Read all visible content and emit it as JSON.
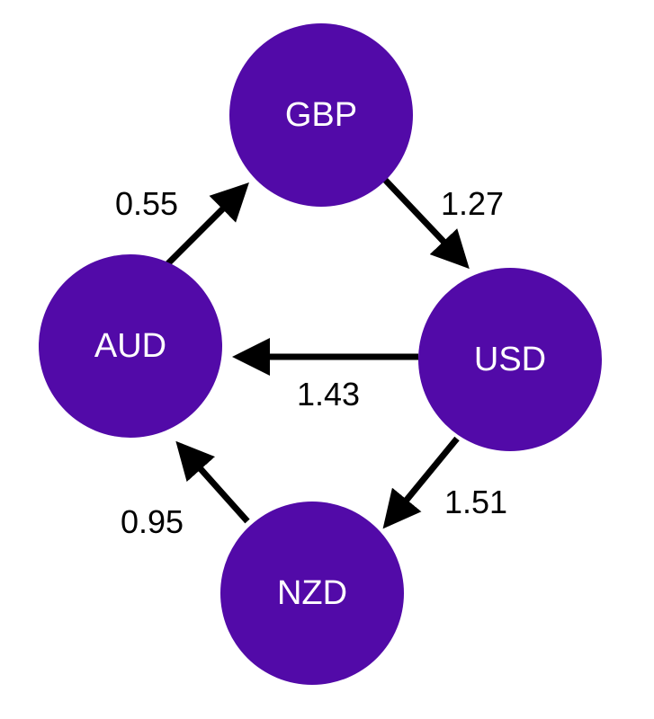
{
  "nodes": {
    "gbp": "GBP",
    "aud": "AUD",
    "usd": "USD",
    "nzd": "NZD"
  },
  "edges": [
    {
      "from": "AUD",
      "to": "GBP",
      "label": "0.55"
    },
    {
      "from": "GBP",
      "to": "USD",
      "label": "1.27"
    },
    {
      "from": "USD",
      "to": "AUD",
      "label": "1.43"
    },
    {
      "from": "USD",
      "to": "NZD",
      "label": "1.51"
    },
    {
      "from": "NZD",
      "to": "AUD",
      "label": "0.95"
    }
  ],
  "colors": {
    "node": "#520aa8",
    "edge": "#000000",
    "text": "#ffffff"
  }
}
